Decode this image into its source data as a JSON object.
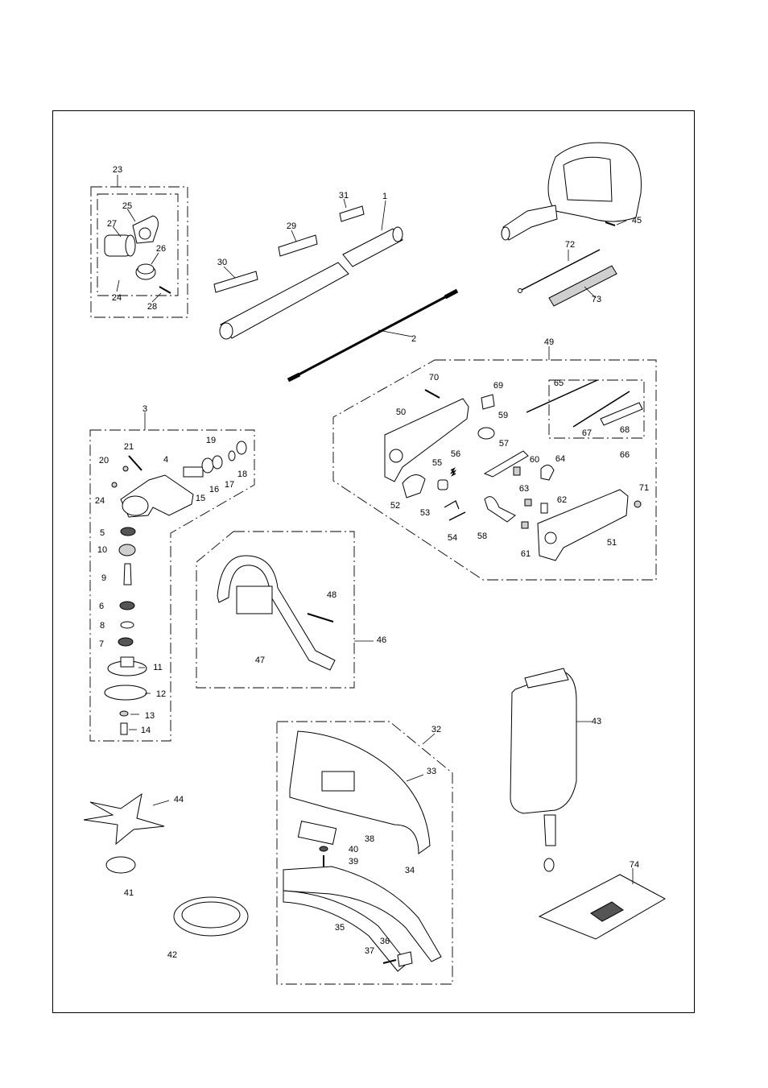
{
  "labels": [
    "1",
    "2",
    "3",
    "4",
    "5",
    "6",
    "7",
    "8",
    "9",
    "10",
    "11",
    "12",
    "13",
    "14",
    "15",
    "16",
    "17",
    "18",
    "19",
    "20",
    "21",
    "23",
    "24",
    "24",
    "25",
    "26",
    "27",
    "28",
    "29",
    "30",
    "31",
    "32",
    "33",
    "34",
    "35",
    "36",
    "37",
    "38",
    "39",
    "40",
    "41",
    "42",
    "43",
    "44",
    "45",
    "46",
    "47",
    "48",
    "49",
    "50",
    "51",
    "52",
    "53",
    "54",
    "55",
    "56",
    "57",
    "58",
    "59",
    "60",
    "61",
    "62",
    "63",
    "64",
    "65",
    "66",
    "67",
    "68",
    "69",
    "70",
    "71",
    "72",
    "73",
    "74"
  ],
  "colors": {
    "line": "#000000",
    "part_fill": "#ffffff",
    "shade": "#cfcfcf",
    "dark": "#555555"
  }
}
